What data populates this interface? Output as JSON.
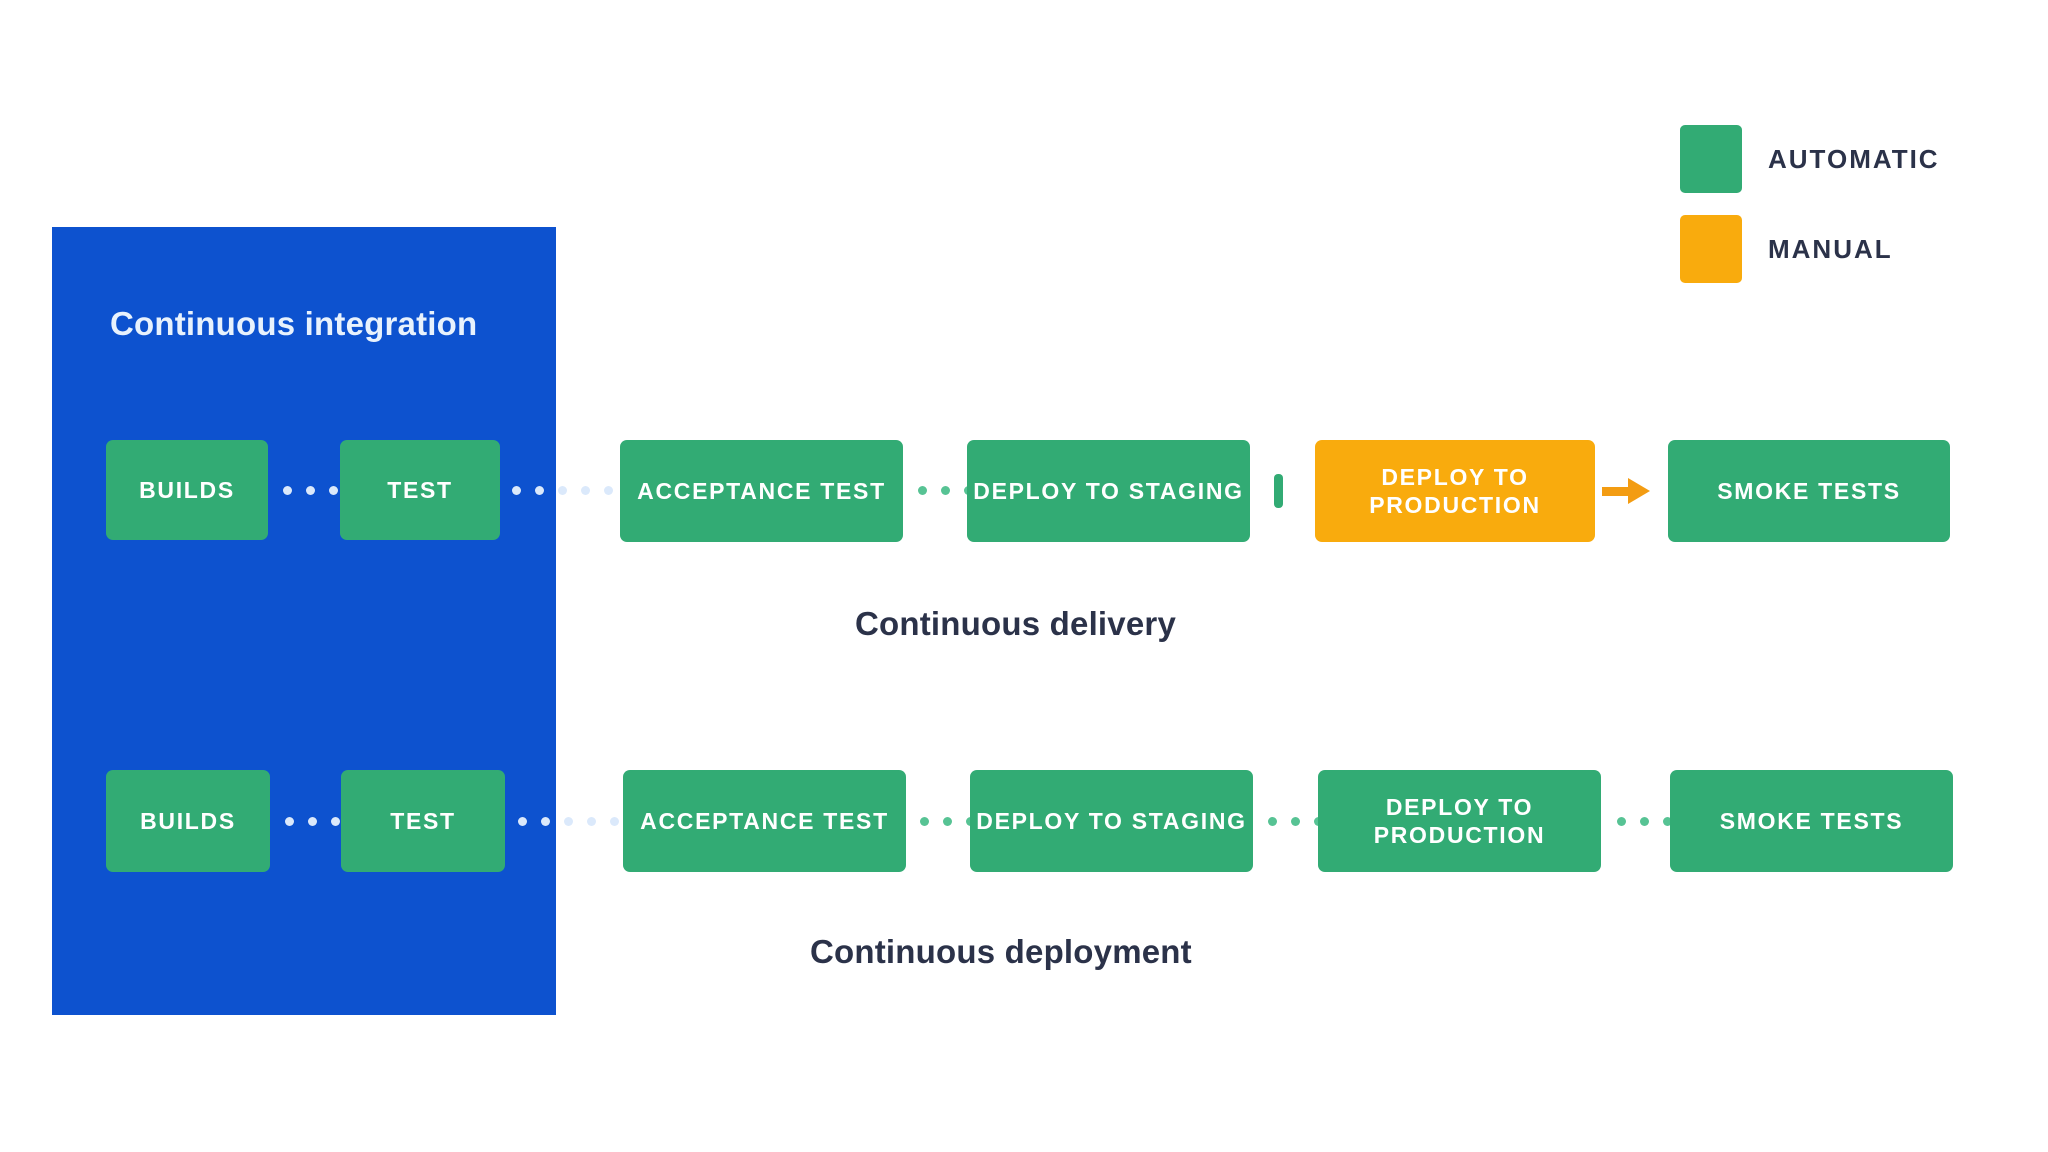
{
  "legend": {
    "items": [
      {
        "label": "AUTOMATIC",
        "color": "#32ab74",
        "swatch": "automatic-swatch"
      },
      {
        "label": "MANUAL",
        "color": "#f9ab0d",
        "swatch": "manual-swatch"
      }
    ]
  },
  "ci_panel": {
    "title": "Continuous integration",
    "color": "#0d52cf"
  },
  "rows": [
    {
      "id": "continuous-delivery",
      "caption": "Continuous delivery",
      "nodes": [
        {
          "label": "BUILDS",
          "type": "automatic",
          "color": "#32ab74"
        },
        {
          "label": "TEST",
          "type": "automatic",
          "color": "#32ab74"
        },
        {
          "label": "ACCEPTANCE TEST",
          "type": "automatic",
          "color": "#32ab74"
        },
        {
          "label": "DEPLOY TO STAGING",
          "type": "automatic",
          "color": "#32ab74"
        },
        {
          "label": "DEPLOY TO PRODUCTION",
          "type": "manual",
          "color": "#f9ab0d"
        },
        {
          "label": "SMOKE TESTS",
          "type": "automatic",
          "color": "#32ab74"
        }
      ]
    },
    {
      "id": "continuous-deployment",
      "caption": "Continuous deployment",
      "nodes": [
        {
          "label": "BUILDS",
          "type": "automatic",
          "color": "#32ab74"
        },
        {
          "label": "TEST",
          "type": "automatic",
          "color": "#32ab74"
        },
        {
          "label": "ACCEPTANCE TEST",
          "type": "automatic",
          "color": "#32ab74"
        },
        {
          "label": "DEPLOY TO STAGING",
          "type": "automatic",
          "color": "#32ab74"
        },
        {
          "label": "DEPLOY TO PRODUCTION",
          "type": "automatic",
          "color": "#32ab74"
        },
        {
          "label": "SMOKE TESTS",
          "type": "automatic",
          "color": "#32ab74"
        }
      ]
    }
  ]
}
